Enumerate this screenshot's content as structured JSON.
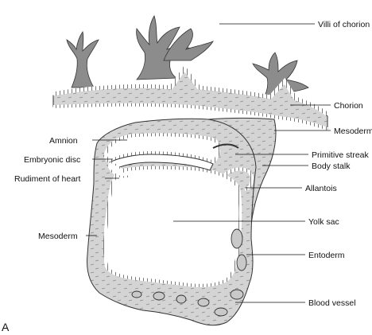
{
  "figure": {
    "panel_letter": "A",
    "labels": {
      "villi_of_chorion": "Villi of chorion",
      "chorion": "Chorion",
      "mesoderm_right": "Mesoderm",
      "amnion": "Amnion",
      "embryonic_disc": "Embryonic disc",
      "primitive_streak": "Primitive streak",
      "body_stalk": "Body stalk",
      "rudiment_of_heart": "Rudiment of heart",
      "allantois": "Allantois",
      "yolk_sac": "Yolk sac",
      "mesoderm_left": "Mesoderm",
      "entoderm": "Entoderm",
      "blood_vessel": "Blood vessel"
    },
    "colors": {
      "mesoderm_fill": "#d4d4d4",
      "villi_fill": "#8c8c8c",
      "outline": "#333333"
    }
  }
}
